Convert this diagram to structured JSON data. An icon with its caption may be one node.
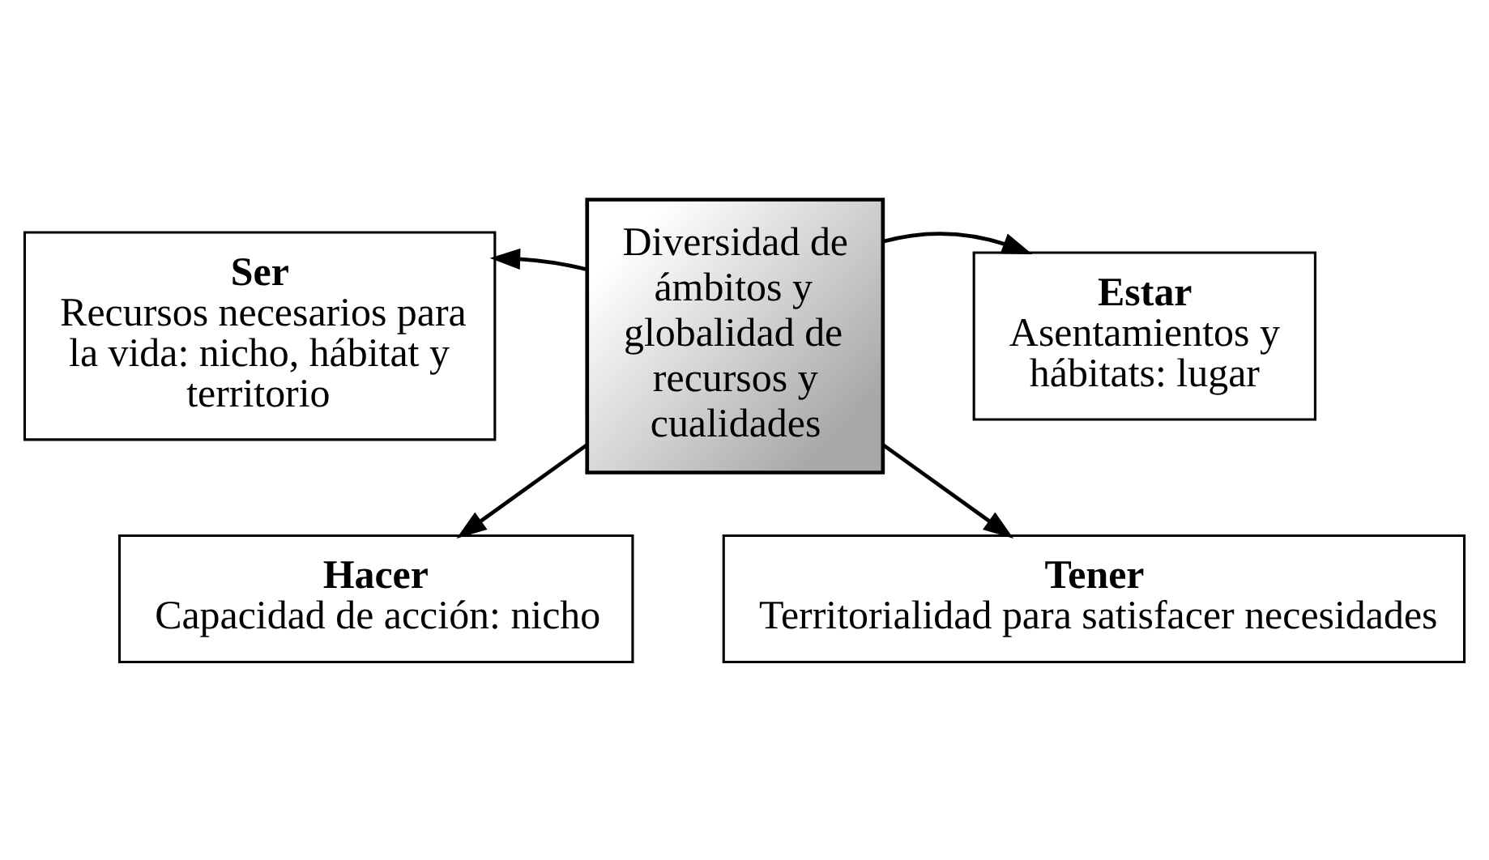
{
  "diagram": {
    "nodes": [
      {
        "text": [
          "Hacer",
          "Capacidad de acción: nicho"
        ]
      },
      {
        "text": [
          "Ser",
          "Recursos necesarios para la vida: nicho, hábitat y territorio"
        ]
      },
      {
        "text": [
          "Diversidad de ámbitos y globalidad de recursos y cualidades"
        ]
      },
      {
        "text": [
          "Estar",
          "Asentamientos y hábitats: lugar"
        ]
      },
      {
        "text": [
          "Tener",
          "Territorialidad para satisfacer necesidades"
        ]
      }
    ],
    "edges": [
      {
        "from": 2,
        "to": 0,
        "arrow": "to"
      },
      {
        "from": 2,
        "to": 1,
        "arrow": "to"
      },
      {
        "from": 2,
        "to": 3,
        "arrow": "to"
      },
      {
        "from": 2,
        "to": 4,
        "arrow": "to"
      }
    ]
  }
}
